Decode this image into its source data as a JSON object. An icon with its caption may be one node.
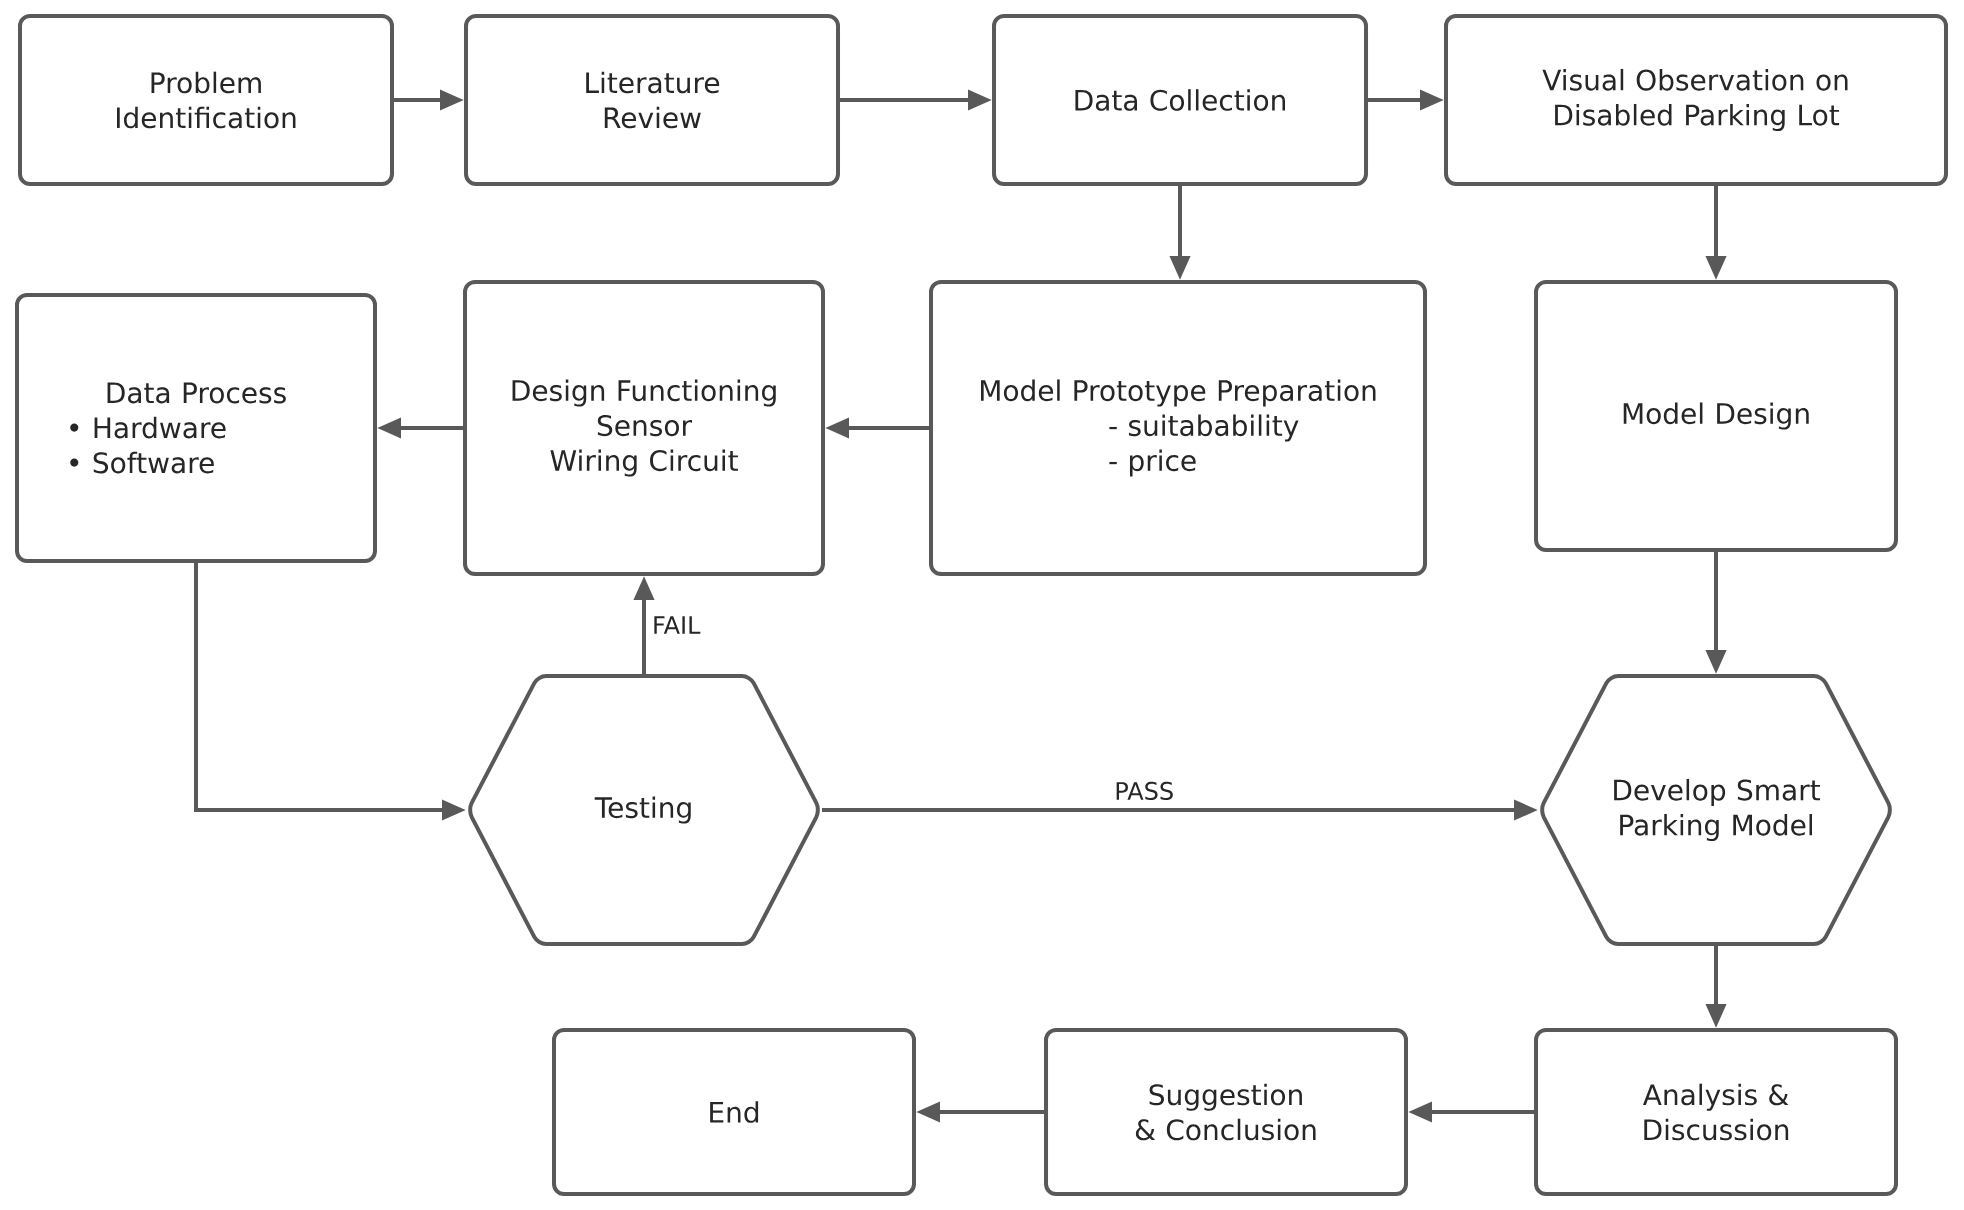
{
  "diagram": {
    "nodes": [
      {
        "text": [
          "Problem Identification"
        ]
      },
      {
        "text": [
          "Literature Review"
        ]
      },
      {
        "text": [
          "Data Collection"
        ]
      },
      {
        "text": [
          "Visual Observation on Disabled Parking Lot"
        ]
      },
      {
        "text": [
          "Data Process",
          "• Hardware",
          "• Software"
        ]
      },
      {
        "text": [
          "Design Functioning Sensor Wiring Circuit"
        ]
      },
      {
        "text": [
          "Model Prototype Preparation",
          "- suitabability",
          "- price"
        ]
      },
      {
        "text": [
          "Model Design"
        ]
      },
      {
        "text": [
          "Testing"
        ]
      },
      {
        "text": [
          "Develop Smart Parking Model"
        ]
      },
      {
        "text": [
          "Analysis & Discussion"
        ]
      },
      {
        "text": [
          "Suggestion & Conclusion"
        ]
      },
      {
        "text": [
          "End"
        ]
      }
    ],
    "edges": [
      {
        "from": 0,
        "to": 1,
        "arrow": "to"
      },
      {
        "from": 1,
        "to": 2,
        "arrow": "to"
      },
      {
        "from": 2,
        "to": 3,
        "arrow": "to"
      },
      {
        "from": 2,
        "to": 6,
        "arrow": "to"
      },
      {
        "from": 3,
        "to": 7,
        "arrow": "to"
      },
      {
        "from": 6,
        "to": 5,
        "arrow": "to"
      },
      {
        "from": 5,
        "to": 4,
        "arrow": "to"
      },
      {
        "from": 4,
        "to": 8,
        "arrow": "to"
      },
      {
        "from": 8,
        "to": 5,
        "label": "FAIL",
        "arrow": "to"
      },
      {
        "from": 8,
        "to": 9,
        "label": "PASS",
        "arrow": "to"
      },
      {
        "from": 7,
        "to": 9,
        "arrow": "to"
      },
      {
        "from": 9,
        "to": 10,
        "arrow": "to"
      },
      {
        "from": 10,
        "to": 11,
        "arrow": "to"
      },
      {
        "from": 11,
        "to": 12,
        "arrow": "to"
      }
    ]
  }
}
